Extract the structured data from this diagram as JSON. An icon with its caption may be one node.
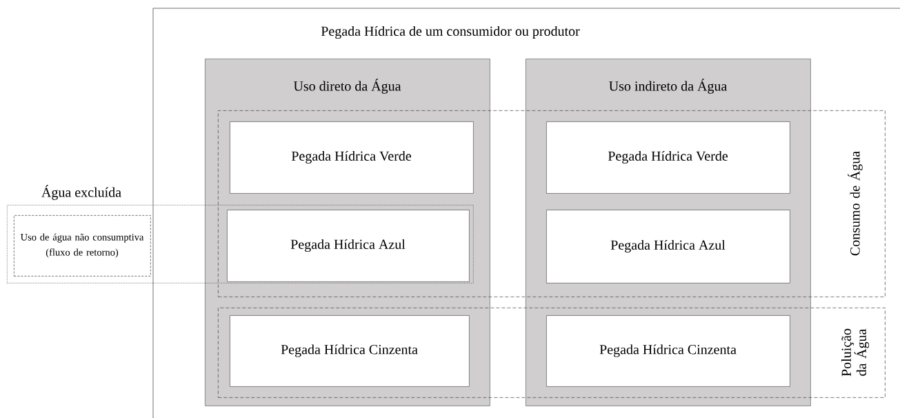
{
  "diagram": {
    "nodes": [
      {
        "text": [
          "Pegada Hídrica de um consumidor ou produtor"
        ]
      },
      {
        "text": [
          "Uso direto da Água"
        ],
        "in": 0
      },
      {
        "text": [
          "Uso indireto da Água"
        ],
        "in": 0
      },
      {
        "text": [
          "Consumo de Água"
        ],
        "in": 0
      },
      {
        "text": [
          "Poluição da Água"
        ],
        "in": 0
      },
      {
        "text": [
          "Pegada Hídrica Verde"
        ]
      },
      {
        "text": [
          "Pegada Hídrica Verde"
        ]
      },
      {
        "text": [
          "Pegada Hídrica Azul"
        ]
      },
      {
        "text": [
          "Pegada Hídrica Azul"
        ]
      },
      {
        "text": [
          "Pegada Hídrica Cinzenta"
        ]
      },
      {
        "text": [
          "Pegada Hídrica Cinzenta"
        ]
      },
      {
        "text": [
          "Água excluída"
        ]
      },
      {
        "text": [
          "Uso de água não consumptiva (fluxo de retorno)"
        ],
        "in": 11
      }
    ]
  }
}
